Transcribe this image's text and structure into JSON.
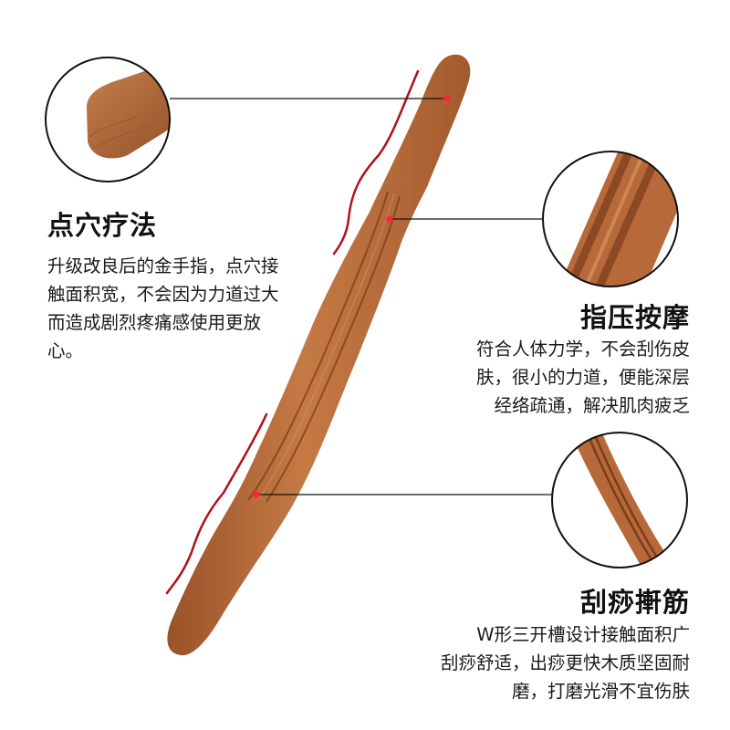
{
  "features": [
    {
      "title": "点穴疗法",
      "lines": [
        "升级改良后的金手指，点穴接",
        "触面积宽，不会因为力道过大",
        "而造成剧烈疼痛感使用更放",
        "心。"
      ]
    },
    {
      "title": "指压按摩",
      "lines": [
        "符合人体力学，不会刮伤皮",
        "肤，很小的力道，便能深层",
        "经络疏通，解决肌肉疲乏"
      ]
    },
    {
      "title": "刮痧搟筋",
      "lines": [
        "W形三开槽设计接触面积广",
        "刮痧舒适，出痧更快木质坚固耐",
        "磨，打磨光滑不宜伤肤"
      ]
    }
  ],
  "colors": {
    "wood": "#b8693a",
    "wood_dark": "#8a4a24",
    "accent_red": "#b0101a",
    "marker_red": "#ff2030",
    "line": "#111111"
  }
}
